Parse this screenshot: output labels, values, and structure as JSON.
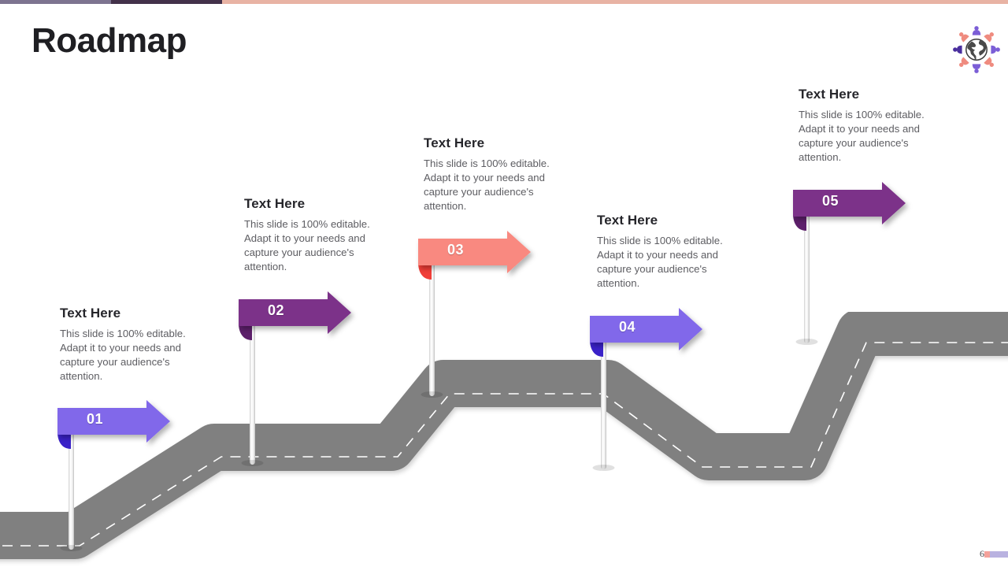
{
  "slide": {
    "title": "Roadmap",
    "page_number": "6",
    "logo_name": "globe-people-logo"
  },
  "theme": {
    "topbar_segment_1": "#7d7490",
    "topbar_segment_2": "#43314a",
    "topbar_segment_3": "#e8b3a4",
    "road_fill": "#808080",
    "road_dash": "#ffffff",
    "pole": "#f2f2f2",
    "heading_color": "#26262b",
    "body_color": "#5d5d62",
    "page_bar_a": "#f4a19a",
    "page_bar_b": "#b9b2e0",
    "purple_light": "#8167ea",
    "purple_light_fold": "#3a22c8",
    "purple_dark": "#7b3289",
    "purple_dark_fold": "#5d1f6b",
    "coral": "#f98980",
    "coral_fold": "#f03e38"
  },
  "milestones": [
    {
      "number": "01",
      "heading": "Text Here",
      "body": "This slide is 100% editable. Adapt it to your needs and capture your audience's attention.",
      "color_key": "purple_light"
    },
    {
      "number": "02",
      "heading": "Text Here",
      "body": "This slide is 100% editable. Adapt it to your needs and capture your audience's attention.",
      "color_key": "purple_dark"
    },
    {
      "number": "03",
      "heading": "Text Here",
      "body": "This slide is 100% editable. Adapt it to your needs and capture your audience's attention.",
      "color_key": "coral"
    },
    {
      "number": "04",
      "heading": "Text Here",
      "body": "This slide is 100% editable. Adapt it to your needs and capture your audience's attention.",
      "color_key": "purple_light"
    },
    {
      "number": "05",
      "heading": "Text Here",
      "body": "This slide is 100% editable. Adapt it to your needs and capture your audience's attention.",
      "color_key": "purple_dark"
    }
  ]
}
